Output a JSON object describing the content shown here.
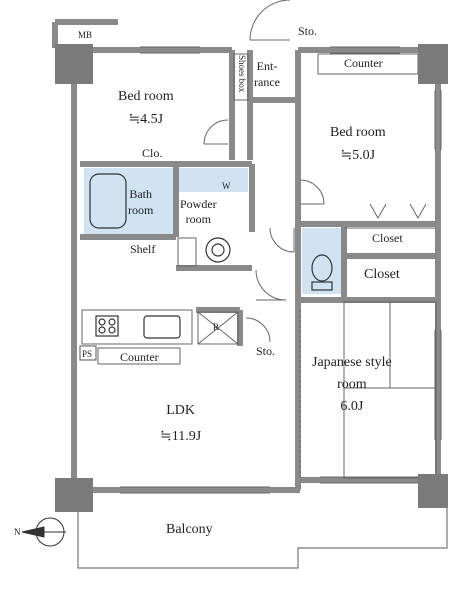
{
  "labels": {
    "mb": "MB",
    "sto_top": "Sto.",
    "shoes_box": "Shoes box",
    "entrance_1": "Ent-",
    "entrance_2": "rance",
    "counter_top": "Counter",
    "bed1_name": "Bed room",
    "bed1_size": "≒4.5J",
    "bed2_name": "Bed room",
    "bed2_size": "≒5.0J",
    "clo": "Clo.",
    "bath_1": "Bath",
    "bath_2": "room",
    "w": "W",
    "powder_1": "Powder",
    "powder_2": "room",
    "shelf": "Shelf",
    "closet1": "Closet",
    "closet2": "Closet",
    "r": "R",
    "ps": "PS",
    "counter_bottom": "Counter",
    "sto_bottom": "Sto.",
    "japanese_1": "Japanese style",
    "japanese_2": "room",
    "japanese_size": "6.0J",
    "ldk_name": "LDK",
    "ldk_size": "≒11.9J",
    "balcony": "Balcony",
    "compass_n": "N"
  },
  "colors": {
    "wall": "#8a8a8a",
    "column": "#7a7a7a",
    "wet_area": "#cfe3f3",
    "line": "#555555",
    "tatami": "#444444"
  }
}
